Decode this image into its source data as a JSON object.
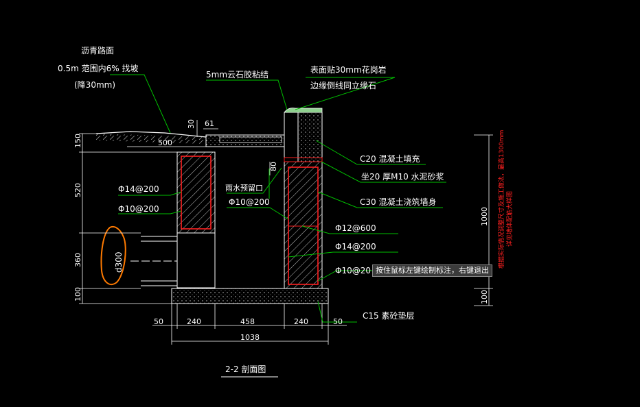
{
  "labels": {
    "asphalt_title": "沥青路面",
    "asphalt_slope": "0.5m 范围内6% 找坡",
    "asphalt_drop": "(降30mm)",
    "marble": "5mm云石胶粘结",
    "granite_1": "表面贴30mm花岗岩",
    "granite_2": "边缘倒线同立缘石",
    "c20": "C20 混凝土填充",
    "m10": "坐20 厚M10 水泥砂浆",
    "c30": "C30 混凝土浇筑墙身",
    "phi12": "Φ12@600",
    "phi14_right": "Φ14@200",
    "phi10_right": "Φ10@20",
    "phi14_left": "Φ14@200",
    "phi10_left": "Φ10@200",
    "phi10_mid": "Φ10@200",
    "rain_inlet": "雨水预留口",
    "c15": "C15 素砼垫层",
    "pipe": "d300",
    "section_title": "2-2 剖面图"
  },
  "dimensions": {
    "left_heights": [
      "150",
      "520",
      "360",
      "100"
    ],
    "right_heights": [
      "1000",
      "100"
    ],
    "bottom": [
      "50",
      "240",
      "458",
      "240",
      "50"
    ],
    "total": "1038",
    "top_30": "30",
    "top_61": "61",
    "top_500": "500",
    "inlet_80": "80"
  },
  "red_note_1": "根据实际情况调整尺寸及施工做法，最高1300mm",
  "red_note_2": "详见墙体配筋大样图",
  "tooltip": "按住鼠标左键绘制标注，右键退出",
  "colors": {
    "background": "#000000",
    "line": "#ffffff",
    "leader": "#00c000",
    "rebar": "#ff2020",
    "markup": "#ff7a00"
  }
}
